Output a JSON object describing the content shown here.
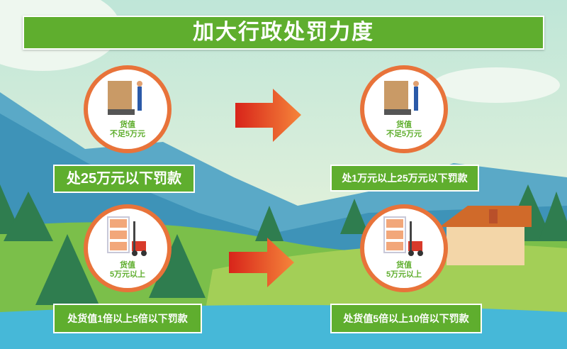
{
  "title": "加大行政处罚力度",
  "rows": [
    {
      "before": {
        "circle_line1": "货值",
        "circle_line2": "不足5万元",
        "penalty": "处25万元以下罚款"
      },
      "after": {
        "circle_line1": "货值",
        "circle_line2": "不足5万元",
        "penalty": "处1万元以上25万元以下罚款"
      }
    },
    {
      "before": {
        "circle_line1": "货值",
        "circle_line2": "5万元以上",
        "penalty": "处货值1倍以上5倍以下罚款"
      },
      "after": {
        "circle_line1": "货值",
        "circle_line2": "5万元以上",
        "penalty": "处货值5倍以上10倍以下罚款"
      }
    }
  ],
  "colors": {
    "green": "#5fae2e",
    "orange": "#e8733a",
    "arrow_red": "#e0301e"
  }
}
